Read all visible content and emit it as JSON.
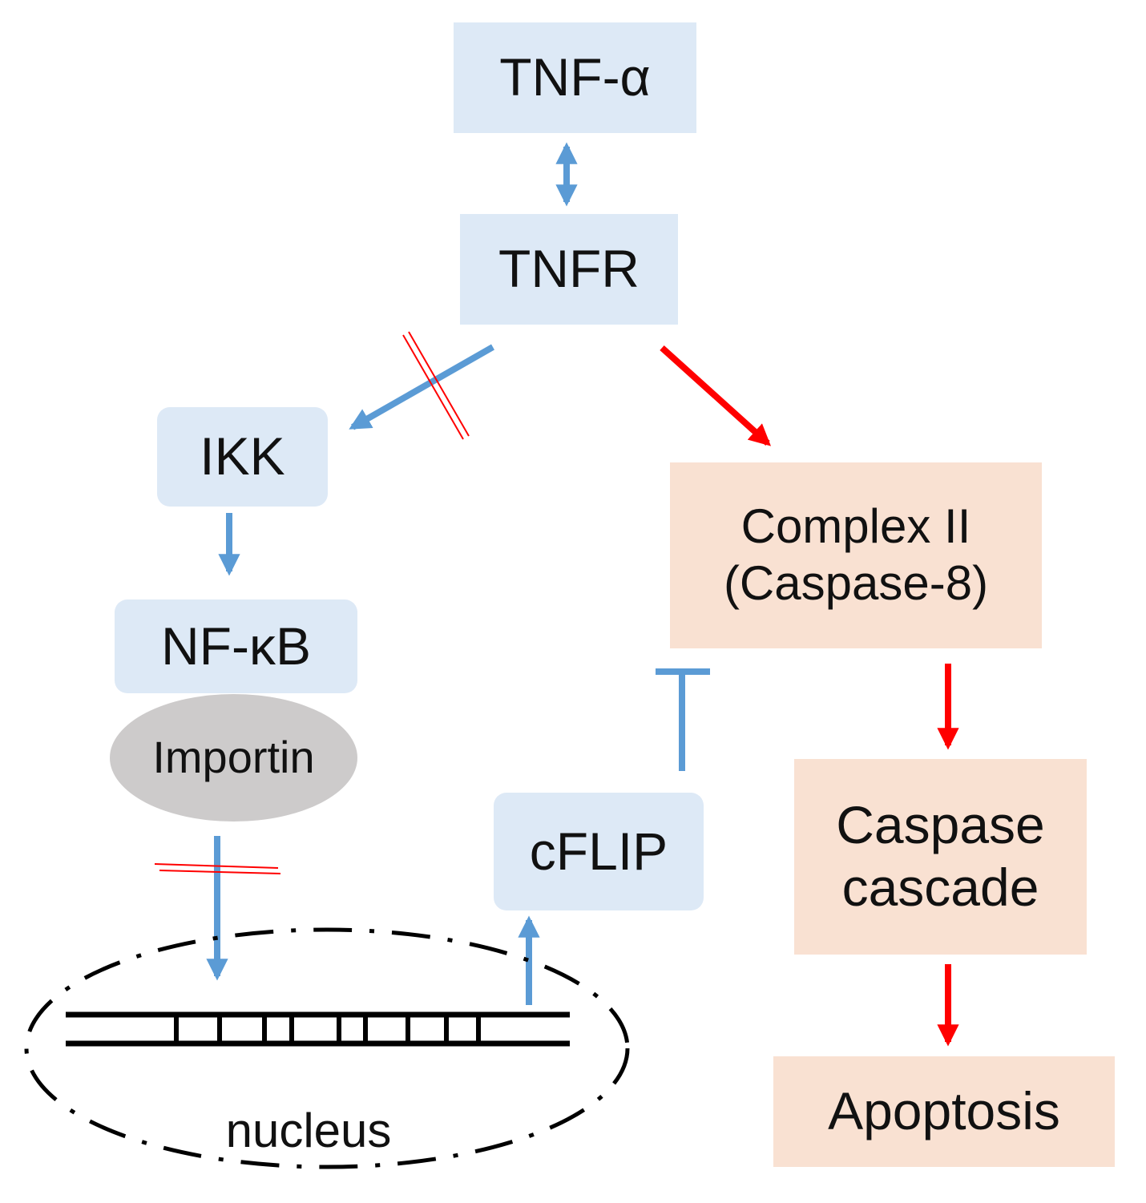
{
  "nodes": {
    "tnf_alpha": "TNF-α",
    "tnfr": "TNFR",
    "ikk": "IKK",
    "nfkb": "NF-κB",
    "importin": "Importin",
    "complex_ii_line1": "Complex II",
    "complex_ii_line2": "(Caspase-8)",
    "caspase_line1": "Caspase",
    "caspase_line2": "cascade",
    "apoptosis": "Apoptosis",
    "cflip": "cFLIP",
    "nucleus": "nucleus"
  },
  "colors": {
    "blue_arrow": "#5b9bd5",
    "red_arrow": "#ff0000",
    "blue_box": "#dde9f6",
    "salmon_box": "#f9e1d2",
    "importin_fill": "#cdcbcb",
    "line": "#000000"
  }
}
